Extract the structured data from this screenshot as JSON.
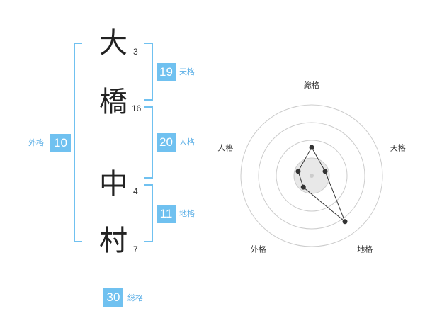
{
  "name_chars": [
    {
      "char": "大",
      "strokes": "3"
    },
    {
      "char": "橋",
      "strokes": "16"
    },
    {
      "char": "中",
      "strokes": "4"
    },
    {
      "char": "村",
      "strokes": "7"
    }
  ],
  "kakaku": {
    "tenkaku": {
      "value": "19",
      "label": "天格"
    },
    "jinkaku": {
      "value": "20",
      "label": "人格"
    },
    "chikaku": {
      "value": "11",
      "label": "地格"
    },
    "gaikaku": {
      "value": "10",
      "label": "外格"
    },
    "soukaku": {
      "value": "30",
      "label": "総格"
    }
  },
  "chart_data": {
    "type": "radar",
    "axes": [
      "総格",
      "天格",
      "地格",
      "外格",
      "人格"
    ],
    "values": [
      2,
      1,
      4,
      1,
      1
    ],
    "max": 5,
    "rings": 4,
    "colors": {
      "line": "#333333",
      "grid": "#cccccc",
      "fill": "#e8e8e8"
    }
  }
}
